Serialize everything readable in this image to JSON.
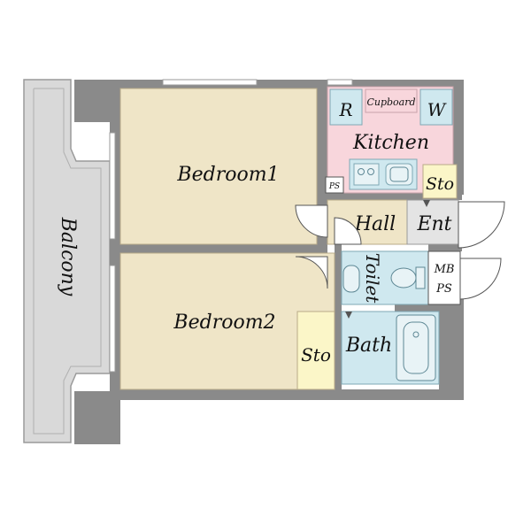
{
  "labels": {
    "balcony": "Balcony",
    "bedroom1": "Bedroom1",
    "bedroom2": "Bedroom2",
    "kitchen": "Kitchen",
    "cupboard": "Cupboard",
    "refrigerator": "R",
    "washer": "W",
    "storage_kitchen": "Sto",
    "storage_bedroom2": "Sto",
    "ps": "PS",
    "hall": "Hall",
    "entrance": "Ent",
    "toilet": "Toilet",
    "mb": "MB",
    "mb_ps": "PS",
    "bath": "Bath"
  },
  "colors": {
    "wall": "#8a8a8a",
    "bedroom": "#efe5c7",
    "kitchen": "#f8d6dc",
    "wet_area": "#cfe8ef",
    "storage": "#fbf6c8",
    "balcony": "#d9d9d9",
    "entrance": "#e4e4e4",
    "door_line": "#555555"
  }
}
